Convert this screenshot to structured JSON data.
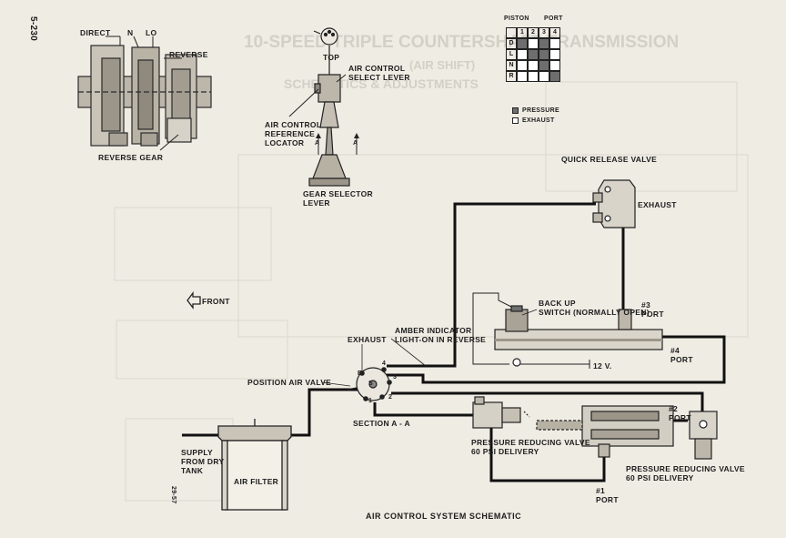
{
  "page_number": "5-230",
  "caption": "AIR CONTROL SYSTEM SCHEMATIC",
  "figure_code": "29-57",
  "background_heading": "10-SPEED TRIPLE COUNTERSHAFT TRANSMISSION",
  "background_subheading": "(AIR SHIFT)",
  "background_subheading2": "SCHEMATICS & ADJUSTMENTS",
  "transmission_labels": {
    "direct": "DIRECT",
    "n": "N",
    "lo": "LO",
    "reverse": "REVERSE",
    "reverse_gear": "REVERSE GEAR"
  },
  "lever_labels": {
    "top": "TOP",
    "air_control_select_lever": "AIR CONTROL\nSELECT LEVER",
    "air_control_reference_locator": "AIR CONTROL\nREFERENCE\nLOCATOR",
    "gear_selector_lever": "GEAR SELECTOR\nLEVER",
    "arrow_a_left": "A",
    "arrow_a_right": "A"
  },
  "piston_port_table": {
    "header_piston": "PISTON",
    "header_port": "PORT",
    "ports": [
      "1",
      "2",
      "3",
      "4"
    ],
    "rows": [
      "D",
      "L",
      "N",
      "R"
    ],
    "cells": [
      [
        "pressure",
        "exhaust",
        "pressure",
        "exhaust"
      ],
      [
        "exhaust",
        "pressure",
        "pressure",
        "exhaust"
      ],
      [
        "exhaust",
        "exhaust",
        "pressure",
        "exhaust"
      ],
      [
        "exhaust",
        "exhaust",
        "exhaust",
        "pressure"
      ]
    ],
    "legend_pressure": "PRESSURE",
    "legend_exhaust": "EXHAUST",
    "pressure_color": "#6e6e6e",
    "exhaust_color": "#ffffff"
  },
  "front_label": "FRONT",
  "schematic_labels": {
    "quick_release_valve": "QUICK RELEASE VALVE",
    "exhaust_qrv": "EXHAUST",
    "back_up_switch": "BACK UP\nSWITCH (NORMALLY OPEN)",
    "amber_indicator": "AMBER INDICATOR\nLIGHT-ON IN REVERSE",
    "exhaust_valve": "EXHAUST",
    "position_air_valve": "POSITION AIR VALVE",
    "section_a_a": "SECTION A - A",
    "port3": "#3\nPORT",
    "port4": "#4\nPORT",
    "port2": "#2\nPORT",
    "port1": "#1\nPORT",
    "twelve_v": "12 V.",
    "prv_left": "PRESSURE REDUCING VALVE\n60 PSI DELIVERY",
    "prv_right": "PRESSURE REDUCING VALVE\n60 PSI DELIVERY",
    "supply": "SUPPLY\nFROM DRY\nTANK",
    "air_filter": "AIR FILTER",
    "valve_e": "E",
    "valve_s": "S",
    "valve_1": "1",
    "valve_2": "2",
    "valve_3": "3",
    "valve_4": "4"
  }
}
